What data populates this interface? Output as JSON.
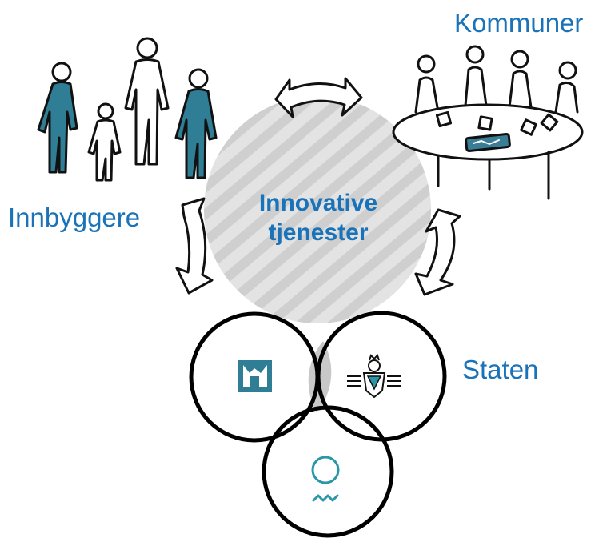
{
  "labels": {
    "kommuner": "Kommuner",
    "innbyggere": "Innbyggere",
    "staten": "Staten",
    "center_line1": "Innovative",
    "center_line2": "tjenester"
  },
  "colors": {
    "text_blue": "#1a73b8",
    "figure_teal": "#2f7e96",
    "hatch_gray": "#d4d4d4",
    "stroke": "#111111",
    "overlap_gray": "#c9c9c9",
    "ring_teal": "#2a97a8"
  },
  "icons": {
    "citizens": "people-group-icon",
    "municipalities": "meeting-table-icon",
    "state_logo_1": "building-logo-icon",
    "state_logo_2": "coat-of-arms-icon",
    "state_logo_3": "circle-wave-logo-icon"
  }
}
